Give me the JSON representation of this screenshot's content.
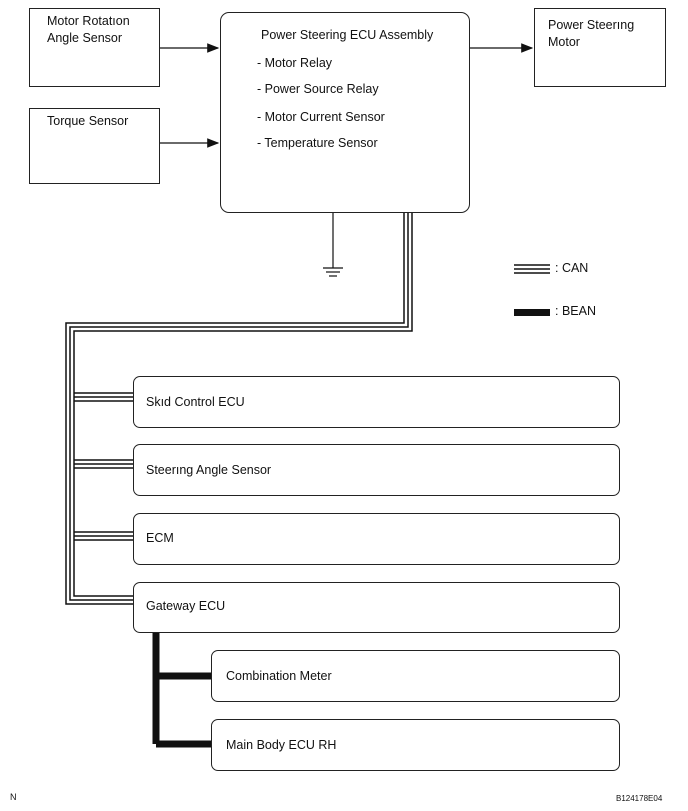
{
  "components": {
    "motor_rotation_sensor": {
      "line1": "Motor Rotatıon",
      "line2": "Angle Sensor"
    },
    "torque_sensor": {
      "label": "Torque Sensor"
    },
    "ecu_assembly": {
      "title": "Power Steering ECU Assembly",
      "items": [
        "- Motor Relay",
        "- Power Source Relay",
        "- Motor Current Sensor",
        "- Temperature Sensor"
      ]
    },
    "power_steering_motor": {
      "line1": "Power Steerıng",
      "line2": "Motor"
    },
    "nodes": [
      "Skıd Control ECU",
      "Steerıng Angle Sensor",
      "ECM",
      "Gateway ECU",
      "Combination Meter",
      "Main Body ECU RH"
    ]
  },
  "legend": {
    "can_label": ": CAN",
    "bean_label": ": BEAN"
  },
  "footer": {
    "left": "N",
    "right": "B124178E04"
  }
}
